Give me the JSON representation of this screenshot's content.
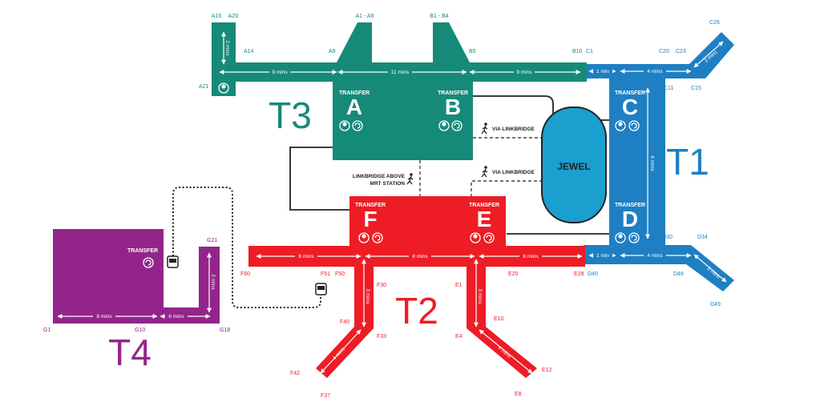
{
  "colors": {
    "t1": "#1e7fc3",
    "t2": "#ee1c25",
    "t3": "#168a78",
    "t4": "#93258a",
    "jewel": "#1a9fcf",
    "link": "#222222",
    "white": "#ffffff"
  },
  "terminals": {
    "t1": "T1",
    "t2": "T2",
    "t3": "T3",
    "t4": "T4"
  },
  "jewel": "JEWEL",
  "transfer": {
    "label": "TRANSFER",
    "a": "A",
    "b": "B",
    "c": "C",
    "d": "D",
    "e": "E",
    "f": "F"
  },
  "links": {
    "via_linkbridge_1": "VIA LINKBRIDGE",
    "via_linkbridge_2": "VIA LINKBRIDGE",
    "linkbridge_line1": "LINKBRIDGE ABOVE",
    "linkbridge_line2": "MRT STATION"
  },
  "walk_times": {
    "a_top": "2 mins",
    "a_left": "9 mins",
    "a_mid": "11 mins",
    "b_right": "9 mins",
    "t3_t1": "1 min",
    "c_right": "4 mins",
    "c_diag": "3 mins",
    "c_to_d": "6 mins",
    "d_t2": "1 min",
    "d_right": "4 mins",
    "d_diag": "3 mins",
    "f_left": "8 mins",
    "f_to_e": "8 mins",
    "e_right": "8 mins",
    "f_down": "3 mins",
    "e_down": "3 mins",
    "f_diag": "4 mins",
    "e_diag": "4 mins",
    "t4_left": "8 mins",
    "t4_mid": "6 mins",
    "t4_up": "2 mins"
  },
  "gates": {
    "a16": "A16",
    "a20": "A20",
    "a14": "A14",
    "a9": "A9",
    "a21": "A21",
    "a1_a8": "A1 - A8",
    "b1_b4": "B1 - B4",
    "b5": "B5",
    "b10": "B10",
    "c1": "C1",
    "c20": "C20",
    "c23": "C23",
    "c26": "C26",
    "c11": "C11",
    "c15": "C15",
    "d30": "D30",
    "d34": "D34",
    "d40": "D40",
    "d46": "D46",
    "d49": "D49",
    "e28": "E28",
    "e20": "E20",
    "e1": "E1",
    "e10": "E10",
    "e4": "E4",
    "e12": "E12",
    "e8": "E8",
    "f60": "F60",
    "f51": "F51",
    "f50": "F50",
    "f30": "F30",
    "f40": "F40",
    "f33": "F33",
    "f42": "F42",
    "f37": "F37",
    "g21": "G21",
    "g1": "G1",
    "g10": "G10",
    "g18": "G18"
  }
}
